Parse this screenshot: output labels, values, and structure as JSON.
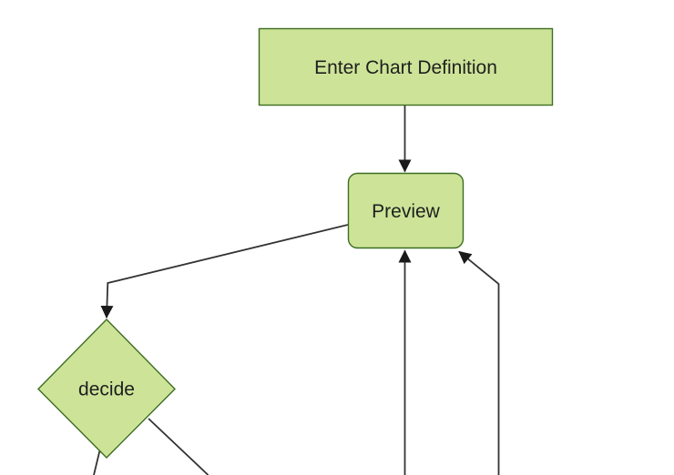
{
  "diagram": {
    "type": "flowchart",
    "direction": "top-down",
    "nodes": [
      {
        "id": "A",
        "label": "Enter Chart Definition",
        "shape": "rectangle"
      },
      {
        "id": "B",
        "label": "Preview",
        "shape": "rounded-rectangle"
      },
      {
        "id": "C",
        "label": "decide",
        "shape": "diamond"
      }
    ],
    "edges": [
      {
        "from": "Enter Chart Definition",
        "to": "Preview",
        "arrow": true
      },
      {
        "from": "Preview",
        "to": "decide",
        "arrow": true
      },
      {
        "from": "decide",
        "to": "offscreen-bottom-left",
        "arrow": false
      },
      {
        "from": "decide",
        "to": "offscreen-bottom-center",
        "arrow": false
      },
      {
        "from": "offscreen-bottom",
        "to": "Preview",
        "arrow": true
      },
      {
        "from": "offscreen-bottom-right",
        "to": "Preview",
        "arrow": true
      }
    ]
  },
  "theme": {
    "background": "#ffffff",
    "node_fill": "#cde498",
    "node_stroke": "#3d6d22",
    "edge_color": "#333333",
    "arrow_fill": "#1a1a1a",
    "text_color": "#1f1f1f"
  }
}
